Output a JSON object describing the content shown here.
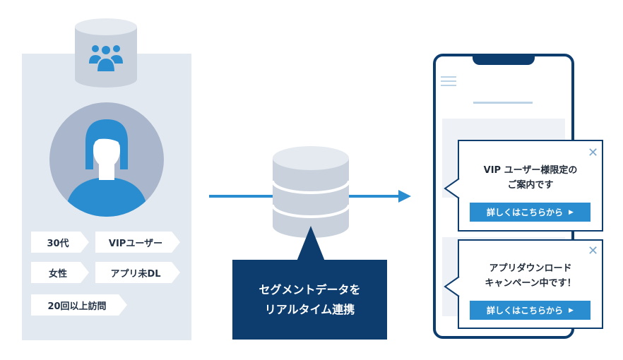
{
  "colors": {
    "panel": "#e3e9f0",
    "navy": "#0d3d6e",
    "accent": "#2a8dd0",
    "avatar_bg": "#a9b6cb",
    "tag_bg": "#ffffff"
  },
  "profile": {
    "icon": "group-icon",
    "tags": [
      "30代",
      "VIPユーザー",
      "女性",
      "アプリ未DL",
      "20回以上訪問"
    ]
  },
  "callout": {
    "line1": "セグメントデータを",
    "line2": "リアルタイム連携"
  },
  "phone": {
    "notices": [
      {
        "line1": "VIP ユーザー様限定の",
        "line2": "ご案内です",
        "button": "詳しくはこちらから",
        "arrow": "▶",
        "close": "✕"
      },
      {
        "line1": "アプリダウンロード",
        "line2": "キャンペーン中です！",
        "button": "詳しくはこちらから",
        "arrow": "▶",
        "close": "✕"
      }
    ]
  }
}
